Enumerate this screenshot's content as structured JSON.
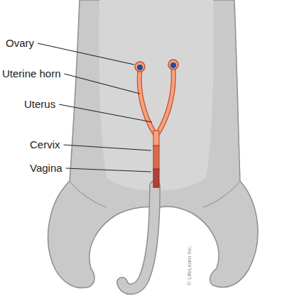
{
  "diagram": {
    "labels": [
      "Ovary",
      "Uterine horn",
      "Uterus",
      "Cervix",
      "Vagina",
      "© LifeLearn Inc."
    ]
  }
}
